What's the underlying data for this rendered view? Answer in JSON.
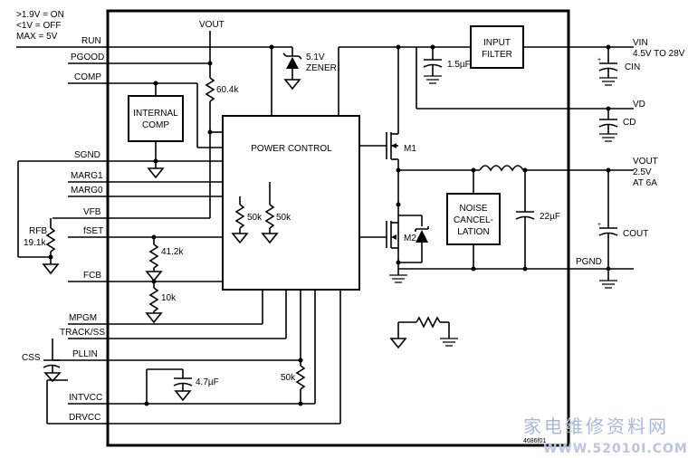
{
  "run_note": [
    ">1.9V = ON",
    "<1V = OFF",
    "MAX = 5V"
  ],
  "pins": {
    "run": "RUN",
    "pgood": "PGOOD",
    "comp": "COMP",
    "sgnd": "SGND",
    "marg1": "MARG1",
    "marg0": "MARG0",
    "vfb": "VFB",
    "fset": "fSET",
    "fcb": "FCB",
    "mpgm": "MPGM",
    "track": "TRACK/SS",
    "pllin": "PLLIN",
    "intvcc": "INTVCC",
    "drvcc": "DRVCC"
  },
  "blocks": {
    "power_control": "POWER CONTROL",
    "internal_comp": [
      "INTERNAL",
      "COMP"
    ],
    "input_filter": [
      "INPUT",
      "FILTER"
    ],
    "noise": [
      "NOISE",
      "CANCEL-",
      "LATION"
    ]
  },
  "components": {
    "vout_top": "VOUT",
    "r_604k": "60.4k",
    "zener": [
      "5.1V",
      "ZENER"
    ],
    "c_15": "1.5µF",
    "c_22": "22µF",
    "c_47": "4.7µF",
    "r_50k_a": "50k",
    "r_50k_b": "50k",
    "r_50k_c": "50k",
    "r_412k": "41.2k",
    "r_10k": "10k",
    "rfb": [
      "RFB",
      "19.1k"
    ],
    "css": "CSS",
    "m1": "M1",
    "m2": "M2",
    "part_code": "4686f01"
  },
  "outputs": {
    "vin": "VIN",
    "vin_range": "4.5V TO 28V",
    "cin": "CIN",
    "vd": "VD",
    "cd": "CD",
    "vout": "VOUT",
    "vout_val": "2.5V",
    "vout_cur": "AT 6A",
    "cout": "COUT",
    "pgnd": "PGND"
  },
  "watermark": {
    "cn": "家电维修资料网",
    "url": "WWW.52010I.COM"
  }
}
